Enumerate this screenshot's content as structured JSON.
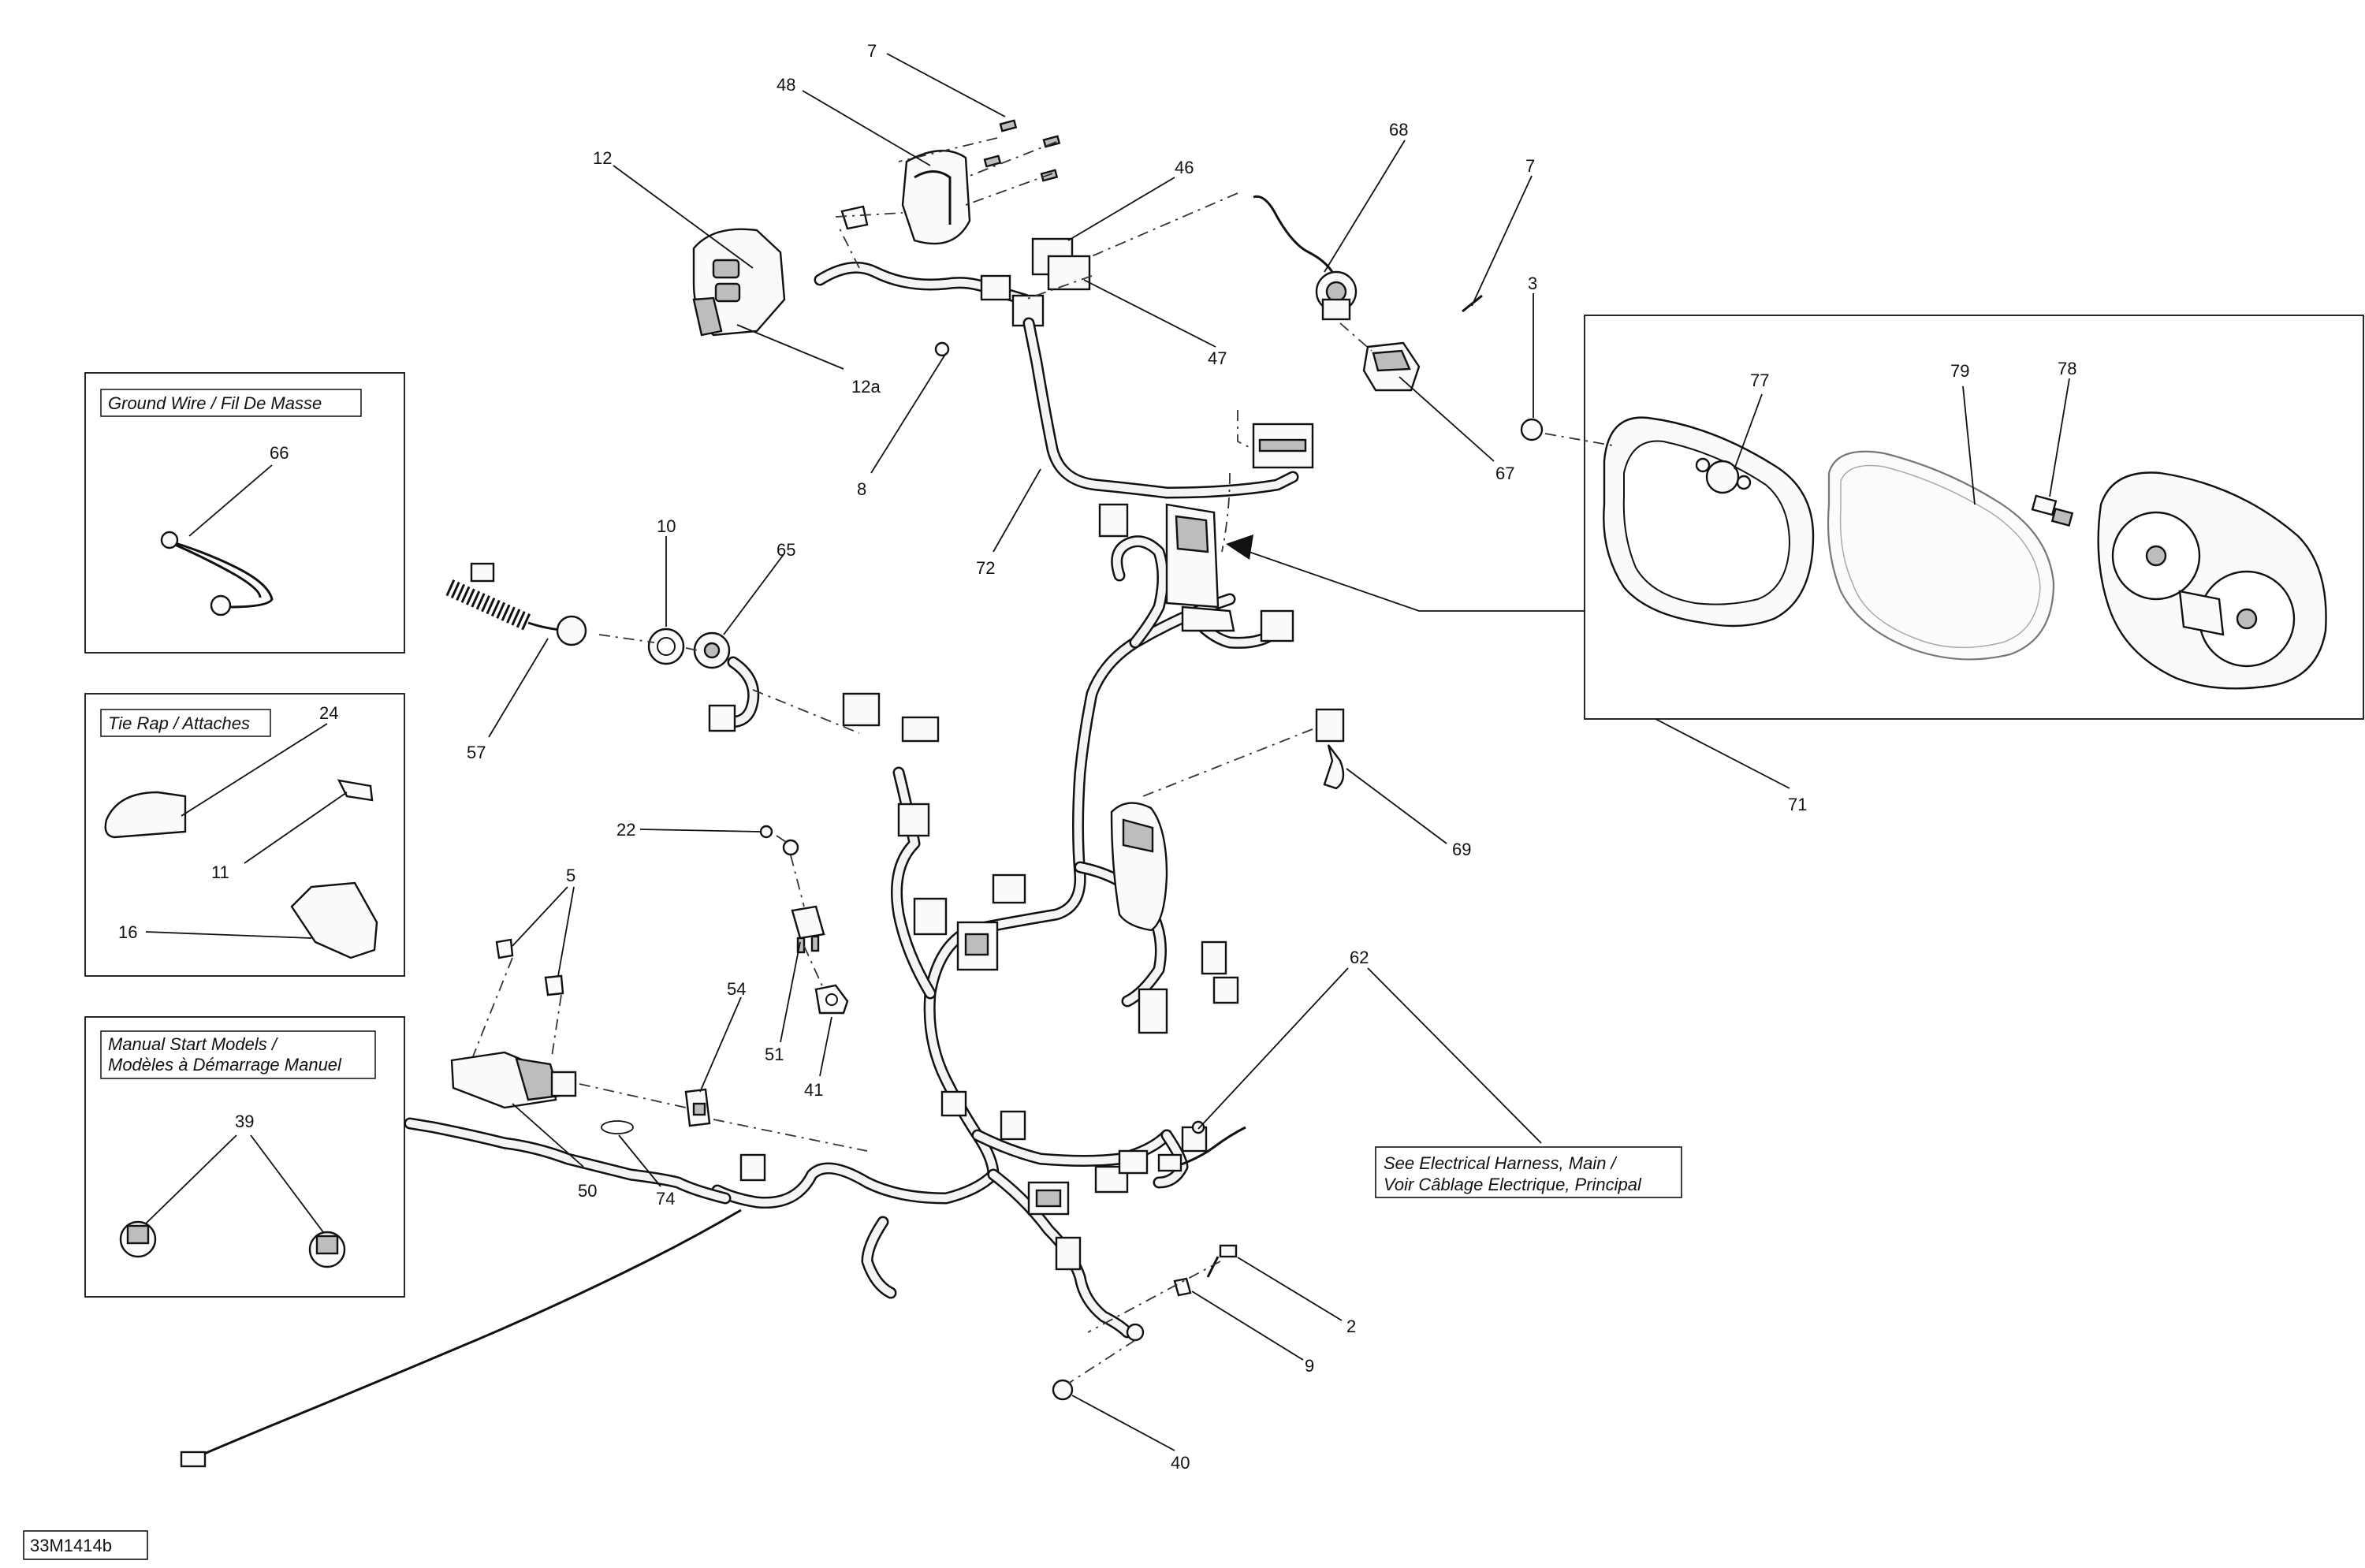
{
  "drawing_code": "33M1414b",
  "boxes": {
    "ground_wire": "Ground Wire / Fil De Masse",
    "tie_rap": "Tie Rap / Attaches",
    "manual_start_line1": "Manual Start Models /",
    "manual_start_line2": "Modèles à Démarrage Manuel"
  },
  "note": {
    "line1": "See Electrical Harness, Main /",
    "line2": "Voir Câblage Electrique, Principal"
  },
  "callouts": {
    "c7a": "7",
    "c48": "48",
    "c12": "12",
    "c12a": "12a",
    "c46": "46",
    "c47": "47",
    "c68": "68",
    "c7b": "7",
    "c3": "3",
    "c67": "67",
    "c8": "8",
    "c72": "72",
    "c77": "77",
    "c79": "79",
    "c78": "78",
    "c71": "71",
    "c66": "66",
    "c24": "24",
    "c11": "11",
    "c16": "16",
    "c39": "39",
    "c10": "10",
    "c65": "65",
    "c57": "57",
    "c22": "22",
    "c5": "5",
    "c51": "51",
    "c41": "41",
    "c54": "54",
    "c50": "50",
    "c74": "74",
    "c69": "69",
    "c62": "62",
    "c2": "2",
    "c9": "9",
    "c40": "40"
  }
}
